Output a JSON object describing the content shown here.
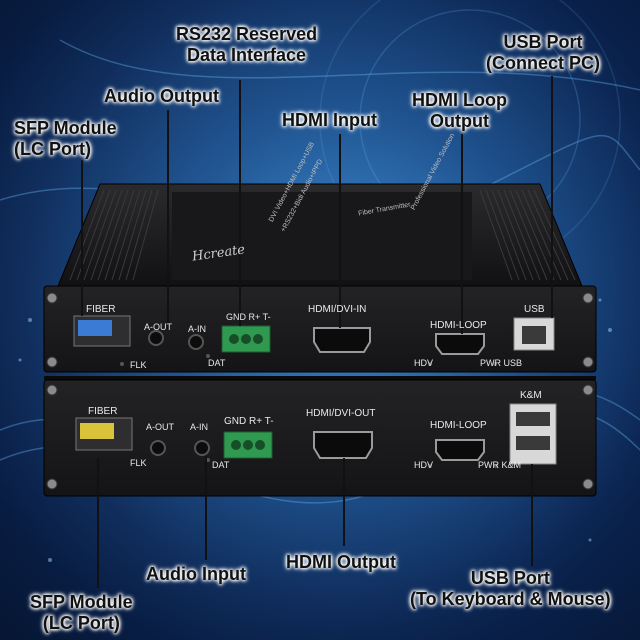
{
  "callouts": {
    "rs232": [
      "RS232 Reserved",
      "Data Interface"
    ],
    "usb_port_pc": [
      "USB Port",
      "(Connect PC)"
    ],
    "audio_output": "Audio Output",
    "hdmi_loop_output": [
      "HDMI Loop",
      "Output"
    ],
    "sfp_module_top": [
      "SFP Module",
      "(LC Port)"
    ],
    "hdmi_input": "HDMI Input",
    "hdmi_output": "HDMI Output",
    "audio_input": "Audio Input",
    "usb_port_km": [
      "USB Port",
      "(To Keyboard & Mouse)"
    ],
    "sfp_module_bottom": [
      "SFP Module",
      "(LC Port)"
    ]
  },
  "transmitter": {
    "fiber": "FIBER",
    "a_out": "A-OUT",
    "a_in": "A-IN",
    "flk": "FLK",
    "dat": "DAT",
    "terminal": "GND  R+  T-",
    "hdmi_in": "HDMI/DVI-IN",
    "hdmi_loop": "HDMI-LOOP",
    "hdv": "HDV",
    "pwr_usb": "PWR USB",
    "usb": "USB"
  },
  "receiver": {
    "fiber": "FIBER",
    "a_out": "A-OUT",
    "a_in": "A-IN",
    "flk": "FLK",
    "dat": "DAT",
    "terminal": "GND  R+  T-",
    "hdmi_out": "HDMI/DVI-OUT",
    "hdmi_loop": "HDMI-LOOP",
    "hdv": "HDV",
    "pwr_km": "PWR K&M",
    "km": "K&M"
  },
  "top_panel": {
    "brand": "Hcreate",
    "spec_lines": [
      "DVI Video+HDMI Loop+USB",
      "+RS232+Bidi Audio+IPPD"
    ],
    "product": "Professional Video Solution",
    "series": "Fiber Transmitter"
  },
  "colors": {
    "background": "#0a2350",
    "chassis": "#1b1b1d",
    "callout_text": "#111111",
    "terminal_green": "#2f9a4f",
    "sfp_blue": "#3b7bd6",
    "sfp_yellow": "#d8c33a"
  }
}
